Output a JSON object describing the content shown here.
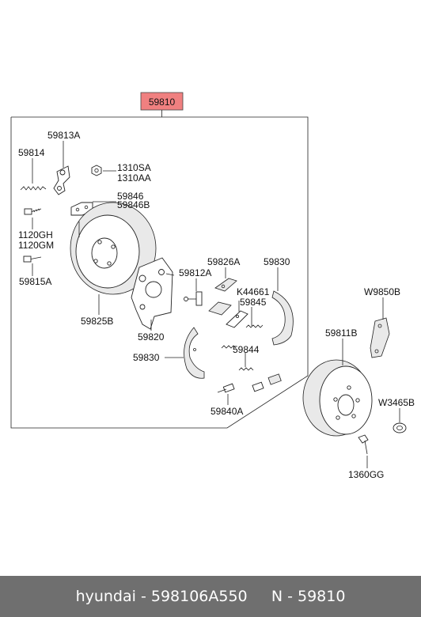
{
  "diagram": {
    "main_ref": {
      "text": "59810",
      "fill": "#f08080"
    },
    "labels": {
      "p59813A": "59813A",
      "p59814": "59814",
      "p1310SA": "1310SA",
      "p1310AA": "1310AA",
      "p59846": "59846",
      "p59846B": "59846B",
      "p1120GH": "1120GH",
      "p1120GM": "1120GM",
      "p59815A": "59815A",
      "p59825B": "59825B",
      "p59812A": "59812A",
      "p59826A": "59826A",
      "p59830a": "59830",
      "pK44661": "K44661",
      "p59845": "59845",
      "p59820": "59820",
      "p59830b": "59830",
      "p59844": "59844",
      "p59840A": "59840A",
      "pW9850B": "W9850B",
      "p59811B": "59811B",
      "pW3465B": "W3465B",
      "p1360GG": "1360GG"
    }
  },
  "footer": {
    "text": "hyundai - 598106A550     N - 59810",
    "background": "#6f6f6f"
  }
}
